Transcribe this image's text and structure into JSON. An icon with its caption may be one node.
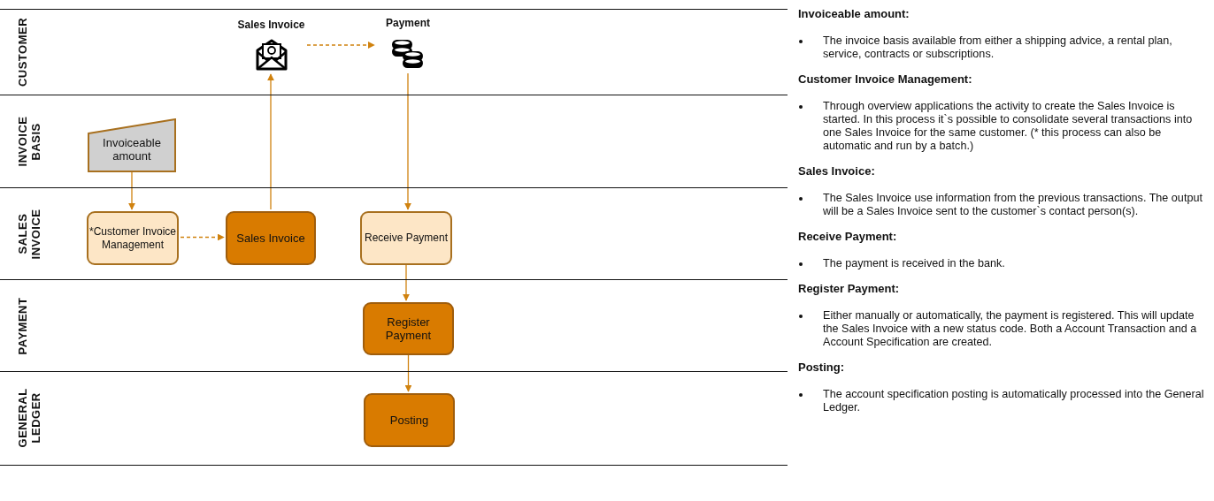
{
  "diagram": {
    "nodes": [
      {
        "text": [
          "CUSTOMER"
        ]
      },
      {
        "text": [
          "Sales Invoice"
        ],
        "in": 0
      },
      {
        "text": [
          "Payment"
        ],
        "in": 0
      },
      {
        "text": [
          "INVOICE BASIS"
        ]
      },
      {
        "text": [
          "Invoiceable amount"
        ],
        "in": 3
      },
      {
        "text": [
          "SALES INVOICE"
        ]
      },
      {
        "text": [
          "*Customer Invoice Management"
        ],
        "in": 5
      },
      {
        "text": [
          "Sales Invoice"
        ],
        "in": 5
      },
      {
        "text": [
          "Receive Payment"
        ],
        "in": 5
      },
      {
        "text": [
          "PAYMENT"
        ]
      },
      {
        "text": [
          "Register Payment"
        ],
        "in": 9
      },
      {
        "text": [
          "GENERAL LEDGER"
        ]
      },
      {
        "text": [
          "Posting"
        ],
        "in": 11
      }
    ],
    "edges": [
      {
        "from": 4,
        "to": 6,
        "arrow": "to"
      },
      {
        "from": 6,
        "to": 7,
        "arrow": "to",
        "style": "dashed"
      },
      {
        "from": 7,
        "to": 1,
        "arrow": "to"
      },
      {
        "from": 1,
        "to": 2,
        "arrow": "to",
        "style": "dashed"
      },
      {
        "from": 2,
        "to": 8,
        "arrow": "to"
      },
      {
        "from": 8,
        "to": 10,
        "arrow": "to"
      },
      {
        "from": 10,
        "to": 12,
        "arrow": "to"
      }
    ],
    "labels": [
      "Invoiceable amount:",
      "The invoice basis available from either a shipping advice, a rental plan, service, contracts or subscriptions.",
      "Customer Invoice Management:",
      "Through overview applications the activity to create the Sales Invoice is started. In this process it`s possible to consolidate several transactions into one Sales Invoice for the same customer. (* this process can also be automatic and run by a batch.)",
      "Sales Invoice:",
      "The Sales Invoice use information from the previous transactions. The output will be a Sales Invoice sent to the customer`s contact person(s).",
      "Receive Payment:",
      "The payment is received in the bank.",
      "Register Payment:",
      "Either manually or automatically, the payment is registered. This will update the Sales Invoice with a new status code. Both a Account Transaction and a Account Specification are created.",
      "Posting:",
      "The account specification posting is automatically processed into the General Ledger."
    ]
  }
}
